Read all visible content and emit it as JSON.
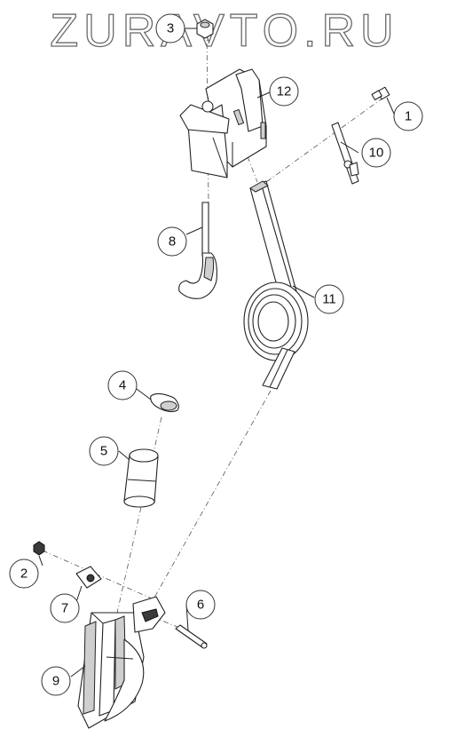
{
  "watermark": {
    "text": "ZURAVTO.RU"
  },
  "callouts": [
    {
      "id": "1",
      "label": "1"
    },
    {
      "id": "2",
      "label": "2"
    },
    {
      "id": "3",
      "label": "3"
    },
    {
      "id": "4",
      "label": "4"
    },
    {
      "id": "5",
      "label": "5"
    },
    {
      "id": "6",
      "label": "6"
    },
    {
      "id": "7",
      "label": "7"
    },
    {
      "id": "8",
      "label": "8"
    },
    {
      "id": "9",
      "label": "9"
    },
    {
      "id": "10",
      "label": "10"
    },
    {
      "id": "11",
      "label": "11"
    },
    {
      "id": "12",
      "label": "12"
    }
  ]
}
